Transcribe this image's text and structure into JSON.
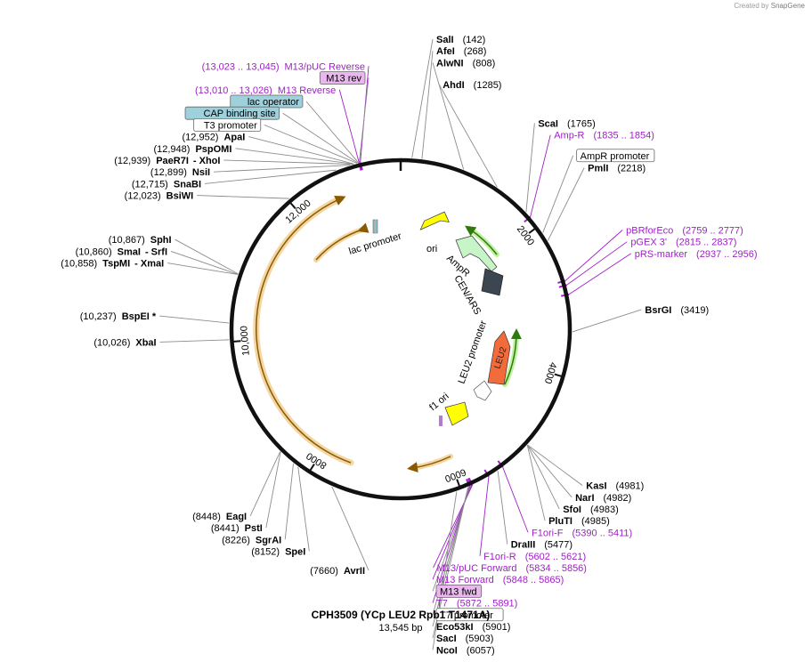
{
  "credit": {
    "prefix": "Created by",
    "brand": "SnapGene"
  },
  "map": {
    "name": "CPH3509 (YCp LEU2 Rpb1 T1471A)",
    "length_text": "13,545 bp",
    "length": 13545
  },
  "ticks": [
    {
      "pos": 2000,
      "label": "2000"
    },
    {
      "pos": 4000,
      "label": "4000"
    },
    {
      "pos": 6000,
      "label": "6000"
    },
    {
      "pos": 8000,
      "label": "8000"
    },
    {
      "pos": 10000,
      "label": "10,000"
    },
    {
      "pos": 12000,
      "label": "12,000"
    }
  ],
  "sites": [
    {
      "pos": 142,
      "name": "SalI",
      "loc": "(142)"
    },
    {
      "pos": 268,
      "name": "AfeI",
      "loc": "(268)"
    },
    {
      "pos": 808,
      "name": "AlwNI",
      "loc": "(808)"
    },
    {
      "pos": 1285,
      "name": "AhdI",
      "loc": "(1285)"
    },
    {
      "pos": 1765,
      "name": "ScaI",
      "loc": "(1765)"
    },
    {
      "pos": 2218,
      "name": "PmlI",
      "loc": "(2218)"
    },
    {
      "pos": 3419,
      "name": "BsrGI",
      "loc": "(3419)"
    },
    {
      "pos": 4981,
      "name": "KasI",
      "loc": "(4981)"
    },
    {
      "pos": 4982,
      "name": "NarI",
      "loc": "(4982)"
    },
    {
      "pos": 4983,
      "name": "SfoI",
      "loc": "(4983)"
    },
    {
      "pos": 4985,
      "name": "PluTI",
      "loc": "(4985)"
    },
    {
      "pos": 5477,
      "name": "DraIII",
      "loc": "(5477)"
    },
    {
      "pos": 5901,
      "name": "Eco53kI",
      "loc": "(5901)"
    },
    {
      "pos": 5903,
      "name": "SacI",
      "loc": "(5903)"
    },
    {
      "pos": 6057,
      "name": "NcoI",
      "loc": "(6057)"
    },
    {
      "pos": 7660,
      "name": "AvrII",
      "loc": "(7660)"
    },
    {
      "pos": 8152,
      "name": "SpeI",
      "loc": "(8152)"
    },
    {
      "pos": 8226,
      "name": "SgrAI",
      "loc": "(8226)"
    },
    {
      "pos": 8441,
      "name": "PstI",
      "loc": "(8441)"
    },
    {
      "pos": 8448,
      "name": "EagI",
      "loc": "(8448)"
    },
    {
      "pos": 10026,
      "name": "XbaI",
      "loc": "(10,026)"
    },
    {
      "pos": 10237,
      "name": "BspEI *",
      "loc": "(10,237)"
    },
    {
      "pos": 10858,
      "name": "TspMI",
      "loc": "(10,858)",
      "extra": "- XmaI"
    },
    {
      "pos": 10860,
      "name": "SmaI",
      "loc": "(10,860)",
      "extra": "- SrfI"
    },
    {
      "pos": 10867,
      "name": "SphI",
      "loc": "(10,867)"
    },
    {
      "pos": 12023,
      "name": "BsiWI",
      "loc": "(12,023)"
    },
    {
      "pos": 12715,
      "name": "SnaBI",
      "loc": "(12,715)"
    },
    {
      "pos": 12899,
      "name": "NsiI",
      "loc": "(12,899)"
    },
    {
      "pos": 12939,
      "name": "PaeR7I",
      "loc": "(12,939)",
      "extra": "- XhoI"
    },
    {
      "pos": 12948,
      "name": "PspOMI",
      "loc": "(12,948)"
    },
    {
      "pos": 12952,
      "name": "ApaI",
      "loc": "(12,952)"
    }
  ],
  "primers": [
    {
      "pos": 1845,
      "name": "Amp-R",
      "loc": "(1835 .. 1854)"
    },
    {
      "pos": 2768,
      "name": "pBRforEco",
      "loc": "(2759 .. 2777)"
    },
    {
      "pos": 2826,
      "name": "pGEX 3'",
      "loc": "(2815 .. 2837)"
    },
    {
      "pos": 2946,
      "name": "pRS-marker",
      "loc": "(2937 .. 2956)"
    },
    {
      "pos": 5400,
      "name": "F1ori-F",
      "loc": "(5390 .. 5411)"
    },
    {
      "pos": 5612,
      "name": "F1ori-R",
      "loc": "(5602 .. 5621)"
    },
    {
      "pos": 5845,
      "name": "M13/pUC Forward",
      "loc": "(5834 .. 5856)"
    },
    {
      "pos": 5856,
      "name": "M13 Forward",
      "loc": "(5848 .. 5865)"
    },
    {
      "pos": 5881,
      "name": "T7",
      "loc": "(5872 .. 5891)"
    },
    {
      "pos": 13034,
      "name": "M13/pUC Reverse",
      "loc": "(13,023 .. 13,045)"
    },
    {
      "pos": 13018,
      "name": "M13 Reverse",
      "loc": "(13,010 .. 13,026)"
    }
  ],
  "boxed": [
    {
      "pos": 13000,
      "text": "CAP binding site",
      "style": "teal"
    },
    {
      "pos": 13010,
      "text": "lac operator",
      "style": "teal"
    },
    {
      "pos": 13020,
      "text": "M13 rev",
      "style": "pink"
    },
    {
      "pos": 12990,
      "text": "T3 promoter",
      "style": "white"
    },
    {
      "pos": 2100,
      "text": "AmpR promoter",
      "style": "white"
    },
    {
      "pos": 5870,
      "text": "M13 fwd",
      "style": "pink"
    },
    {
      "pos": 5890,
      "text": "T7 promoter",
      "style": "white"
    }
  ],
  "features": [
    {
      "name": "lac promoter",
      "label": "lac promoter"
    },
    {
      "name": "ori",
      "label": "ori"
    },
    {
      "name": "AmpR",
      "label": "AmpR"
    },
    {
      "name": "CEN/ARS",
      "label": "CEN/ARS"
    },
    {
      "name": "LEU2 promoter",
      "label": "LEU2 promoter"
    },
    {
      "name": "LEU2",
      "label": "LEU2"
    },
    {
      "name": "f1 ori",
      "label": "f1 ori"
    }
  ],
  "colors": {
    "backbone": "#111111",
    "site_line": "#8c8c8c",
    "primer": "#a020c8",
    "teal_box": "#9fd1dc",
    "pink_box": "#e9b7ee",
    "ori": "#ffff00",
    "ampr": "#c8f5c8",
    "cen": "#3c4650",
    "leu2": "#f26b3a",
    "orf_orange": "#e6a633",
    "orf_green": "#6abf2a"
  }
}
